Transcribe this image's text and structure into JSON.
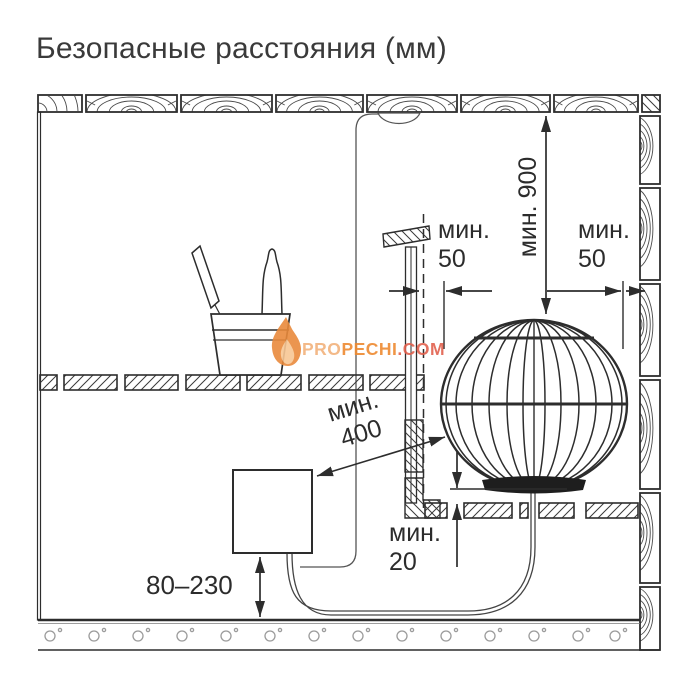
{
  "title": "Безопасные расстояния (мм)",
  "dims": {
    "ceiling_to_heater": "мин. 900",
    "screen_to_heater": {
      "l1": "мин.",
      "l2": "50"
    },
    "heater_to_wall": {
      "l1": "мин.",
      "l2": "50"
    },
    "control_to_heater": {
      "l1": "мин.",
      "l2": "400"
    },
    "heater_to_bench": {
      "l1": "мин.",
      "l2": "20"
    },
    "control_height_range": "80–230"
  },
  "watermark": {
    "part1": "PRO",
    "part2": "PECHI",
    "part3": ".COM",
    "flame_color": "#e98a3c",
    "color1": "#f2b27c",
    "color2": "#ee8a31",
    "color3": "#e2614e"
  }
}
